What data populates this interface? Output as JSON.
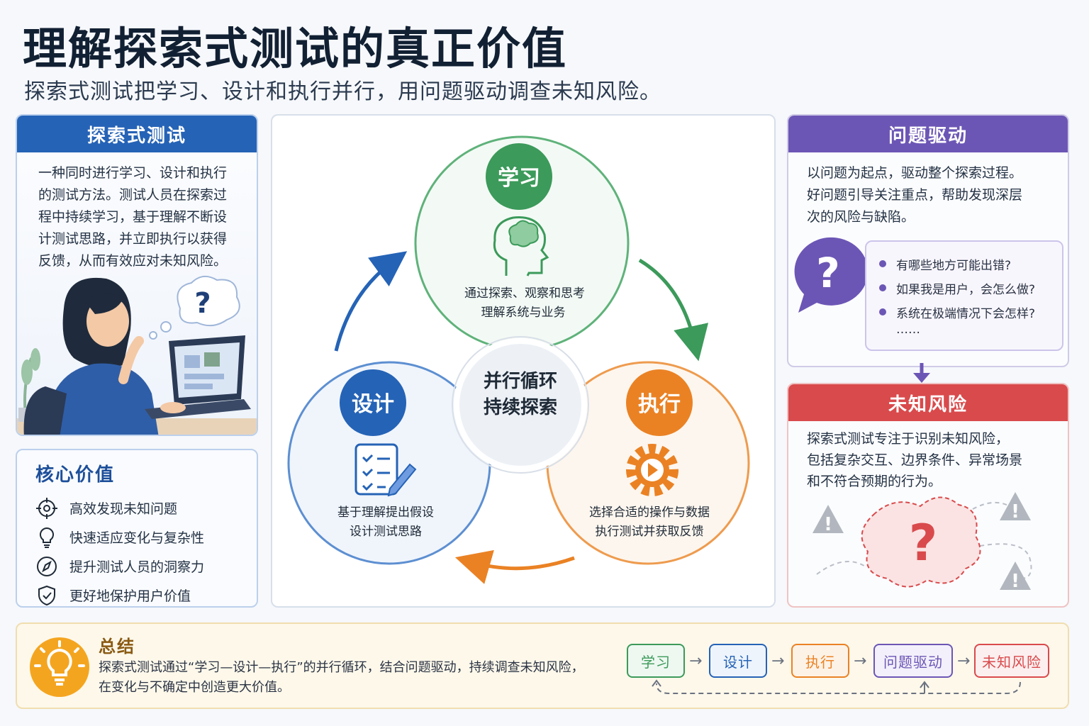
{
  "header": {
    "title": "理解探索式测试的真正价值",
    "subtitle": "探索式测试把学习、设计和执行并行，用问题驱动调查未知风险。"
  },
  "exploratory": {
    "heading": "探索式测试",
    "lines": [
      "一种同时进行学习、设计和执行",
      "的测试方法。测试人员在探索过",
      "程中持续学习，基于理解不断设",
      "计测试思路，并立即执行以获得",
      "反馈，从而有效应对未知风险。"
    ],
    "thought_mark": "?"
  },
  "core": {
    "heading": "核心价值",
    "items": [
      {
        "label": "高效发现未知问题",
        "icon": "target-icon"
      },
      {
        "label": "快速适应变化与复杂性",
        "icon": "lightbulb-icon"
      },
      {
        "label": "提升测试人员的洞察力",
        "icon": "compass-icon"
      },
      {
        "label": "更好地保护用户价值",
        "icon": "shield-check-icon"
      }
    ]
  },
  "diagram": {
    "center_line1": "并行循环",
    "center_line2": "持续探索",
    "learn": {
      "label": "学习",
      "line1": "通过探索、观察和思考",
      "line2": "理解系统与业务",
      "color": "#3c9a5a"
    },
    "design": {
      "label": "设计",
      "line1": "基于理解提出假设",
      "line2": "设计测试思路",
      "color": "#2563b6"
    },
    "execute": {
      "label": "执行",
      "line1": "选择合适的操作与数据",
      "line2": "执行测试并获取反馈",
      "color": "#ea8224"
    }
  },
  "question": {
    "heading": "问题驱动",
    "lines": [
      "以问题为起点，驱动整个探索过程。",
      "好问题引导关注重点，帮助发现深层",
      "次的风险与缺陷。"
    ],
    "bubble_mark": "?",
    "items": [
      "有哪些地方可能出错?",
      "如果我是用户，会怎么做?",
      "系统在极端情况下会怎样?"
    ],
    "more": "……"
  },
  "risk": {
    "heading": "未知风险",
    "lines": [
      "探索式测试专注于识别未知风险，",
      "包括复杂交互、边界条件、异常场景",
      "和不符合预期的行为。"
    ],
    "center_mark": "?",
    "warn_mark": "!"
  },
  "summary": {
    "heading": "总结",
    "line1": "探索式测试通过“学习—设计—执行”的并行循环，结合问题驱动，持续调查未知风险，",
    "line2": "在变化与不确定中创造更大价值。",
    "flow": [
      {
        "label": "学习",
        "color": "#3c9a5a",
        "bg": "#eef8f1"
      },
      {
        "label": "设计",
        "color": "#2563b6",
        "bg": "#eef4fc"
      },
      {
        "label": "执行",
        "color": "#ea8224",
        "bg": "#fdf2e6"
      },
      {
        "label": "问题驱动",
        "color": "#6c56b5",
        "bg": "#f3f0fb"
      },
      {
        "label": "未知风险",
        "color": "#d94a4c",
        "bg": "#fcefef"
      }
    ],
    "arrow": "→"
  }
}
